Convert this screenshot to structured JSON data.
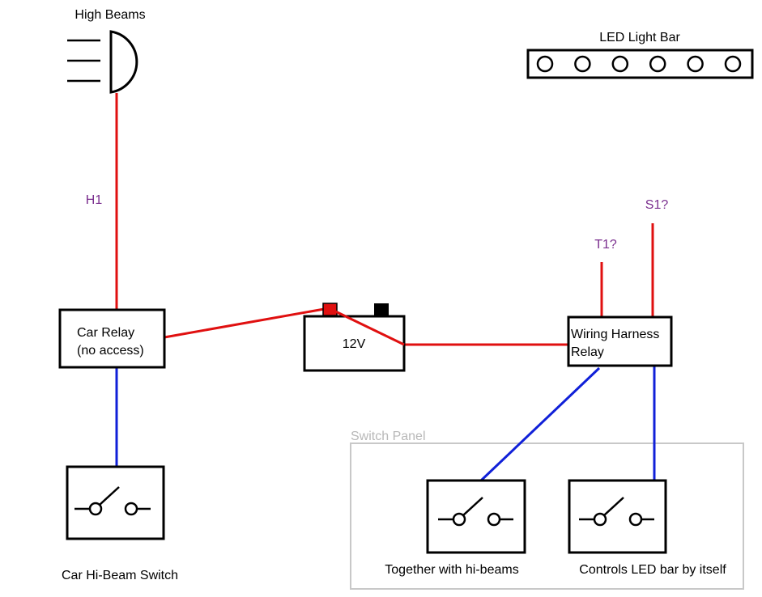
{
  "labels": {
    "high_beams": "High Beams",
    "led_light_bar": "LED Light Bar",
    "h1": "H1",
    "s1": "S1?",
    "t1": "T1?",
    "car_relay_line1": "Car Relay",
    "car_relay_line2": "(no access)",
    "battery": "12V",
    "harness_relay_line1": "Wiring Harness",
    "harness_relay_line2": "Relay",
    "switch_panel": "Switch Panel",
    "car_switch": "Car Hi-Beam Switch",
    "together_switch": "Together with hi-beams",
    "led_switch": "Controls LED bar by itself"
  },
  "colors": {
    "power_wire": "#e01010",
    "signal_wire": "#1020d8",
    "pin_label": "#7a2e8e",
    "panel_border": "#c8c8c8",
    "battery_positive": "#e01010",
    "battery_negative": "#000000"
  },
  "led_bar": {
    "led_count": 6
  },
  "icons": {
    "headlight": "headlight-icon",
    "switch": "open-switch-icon"
  }
}
